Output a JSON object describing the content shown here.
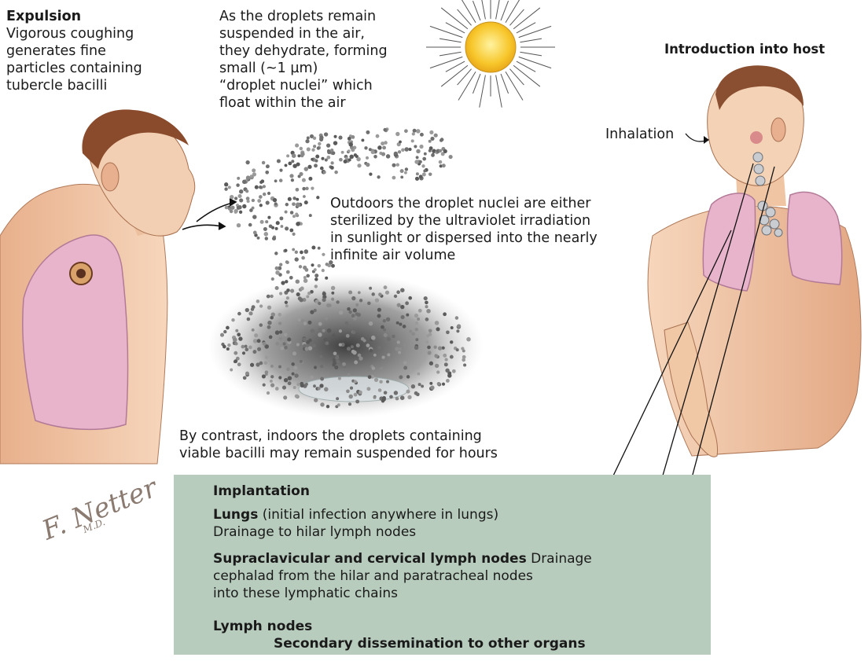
{
  "expulsion": {
    "heading": "Expulsion",
    "lines": [
      "Vigorous coughing",
      "generates fine",
      "particles containing",
      "tubercle bacilli"
    ]
  },
  "droplets": {
    "lines": [
      "As the droplets remain",
      "suspended in the air,",
      "they dehydrate, forming",
      "small (~1 µm)",
      "“droplet nuclei” which",
      "float within the air"
    ]
  },
  "host": {
    "heading": "Introduction into host",
    "inhalation": "Inhalation"
  },
  "outdoors": {
    "lines": [
      "Outdoors the droplet nuclei are either",
      "sterilized by the ultraviolet irradiation",
      "in sunlight or dispersed into the nearly",
      "infinite air volume"
    ]
  },
  "indoors": {
    "lines": [
      "By contrast, indoors the droplets containing",
      "viable bacilli may remain suspended for hours"
    ]
  },
  "implantation": {
    "heading": "Implantation",
    "lungs_bold": "Lungs",
    "lungs_rest": " (initial infection anywhere in lungs)",
    "lungs_drainage": "Drainage to hilar lymph nodes",
    "supra_bold": "Supraclavicular and cervical lymph nodes",
    "supra_rest": " Drainage",
    "supra_line2": "cephalad from the hilar and paratracheal nodes",
    "supra_line3": "into these lymphatic chains",
    "lymph_nodes": "Lymph nodes",
    "secondary": "Secondary dissemination to other organs"
  },
  "signature": {
    "name": "F. Netter",
    "suffix": "M.D."
  },
  "colors": {
    "skin": "#f0c9a8",
    "skin_shadow": "#d99a78",
    "lung": "#e8b4cc",
    "sun": "#f7c62a",
    "droplet": "#7d7d7d",
    "box": "#b8ccbd"
  }
}
